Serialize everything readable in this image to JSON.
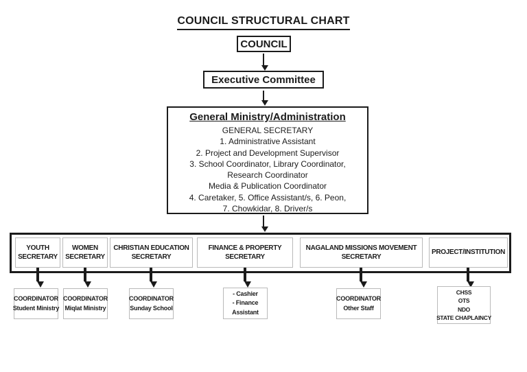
{
  "title": "COUNCIL STRUCTURAL CHART",
  "colors": {
    "ink": "#1b1b1b",
    "thin_border": "#b9b9b9",
    "background": "#ffffff"
  },
  "org": {
    "council": "COUNCIL",
    "executive_committee": "Executive Committee",
    "general_ministry": {
      "heading": "General Ministry/Administration",
      "lines": [
        "GENERAL SECRETARY",
        "1. Administrative Assistant",
        "2. Project and Development Supervisor",
        "3. School Coordinator, Library Coordinator,",
        "Research Coordinator",
        "Media & Publication Coordinator",
        "4. Caretaker, 5. Office Assistant/s, 6. Peon,",
        "7. Chowkidar, 8. Driver/s"
      ]
    },
    "departments": [
      {
        "label": "YOUTH SECRETARY"
      },
      {
        "label": "WOMEN SECRETARY"
      },
      {
        "label": "CHRISTIAN EDUCATION SECRETARY"
      },
      {
        "label": "FINANCE & PROPERTY SECRETARY"
      },
      {
        "label": "NAGALAND MISSIONS MOVEMENT SECRETARY"
      },
      {
        "label": "PROJECT/INSTITUTION"
      }
    ],
    "subordinates": [
      {
        "lines": [
          "COORDINATOR",
          "Student Ministry"
        ]
      },
      {
        "lines": [
          "COORDINATOR",
          "Miqlat Ministry"
        ]
      },
      {
        "lines": [
          "COORDINATOR",
          "Sunday School"
        ]
      },
      {
        "lines": [
          "- Cashier",
          "- Finance",
          "Assistant"
        ]
      },
      {
        "lines": [
          "COORDINATOR",
          "Other Staff"
        ]
      },
      {
        "lines": [
          "CHSS",
          "OTS",
          "NDO",
          "STATE CHAPLAINCY"
        ]
      }
    ]
  }
}
